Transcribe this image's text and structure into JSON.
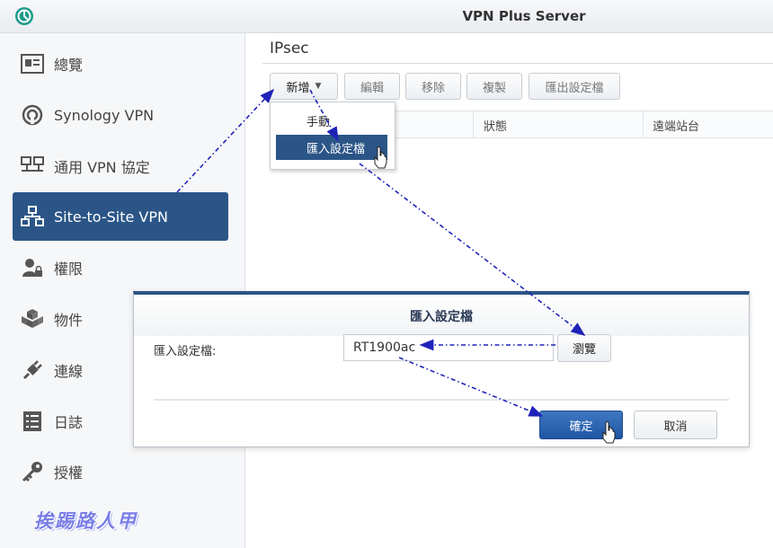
{
  "app": {
    "title": "VPN Plus Server"
  },
  "sidebar": {
    "items": [
      {
        "label": "總覽",
        "icon": "overview-icon"
      },
      {
        "label": "Synology VPN",
        "icon": "synology-vpn-icon"
      },
      {
        "label": "通用 VPN 協定",
        "icon": "network-icon"
      },
      {
        "label": "Site-to-Site VPN",
        "icon": "site-to-site-icon",
        "active": true
      },
      {
        "label": "權限",
        "icon": "user-lock-icon"
      },
      {
        "label": "物件",
        "icon": "cubes-icon"
      },
      {
        "label": "連線",
        "icon": "plug-icon"
      },
      {
        "label": "日誌",
        "icon": "log-icon"
      },
      {
        "label": "授權",
        "icon": "key-icon"
      }
    ]
  },
  "main": {
    "title": "IPsec",
    "toolbar": {
      "create": "新增",
      "edit": "編輯",
      "remove": "移除",
      "copy": "複製",
      "export": "匯出設定檔"
    },
    "columns": [
      "狀態",
      "遠端站台"
    ],
    "create_menu": {
      "items": [
        "手動",
        "匯入設定檔"
      ],
      "selected": "匯入設定檔"
    }
  },
  "dialog": {
    "title": "匯入設定檔",
    "field_label": "匯入設定檔:",
    "field_value": "RT1900ac",
    "browse": "瀏覽",
    "ok": "確定",
    "cancel": "取消"
  },
  "watermark": "挨踢路人甲",
  "colors": {
    "accent": "#2b5587",
    "arrow": "#1f22b8",
    "watermark": "#7a7fe6"
  }
}
